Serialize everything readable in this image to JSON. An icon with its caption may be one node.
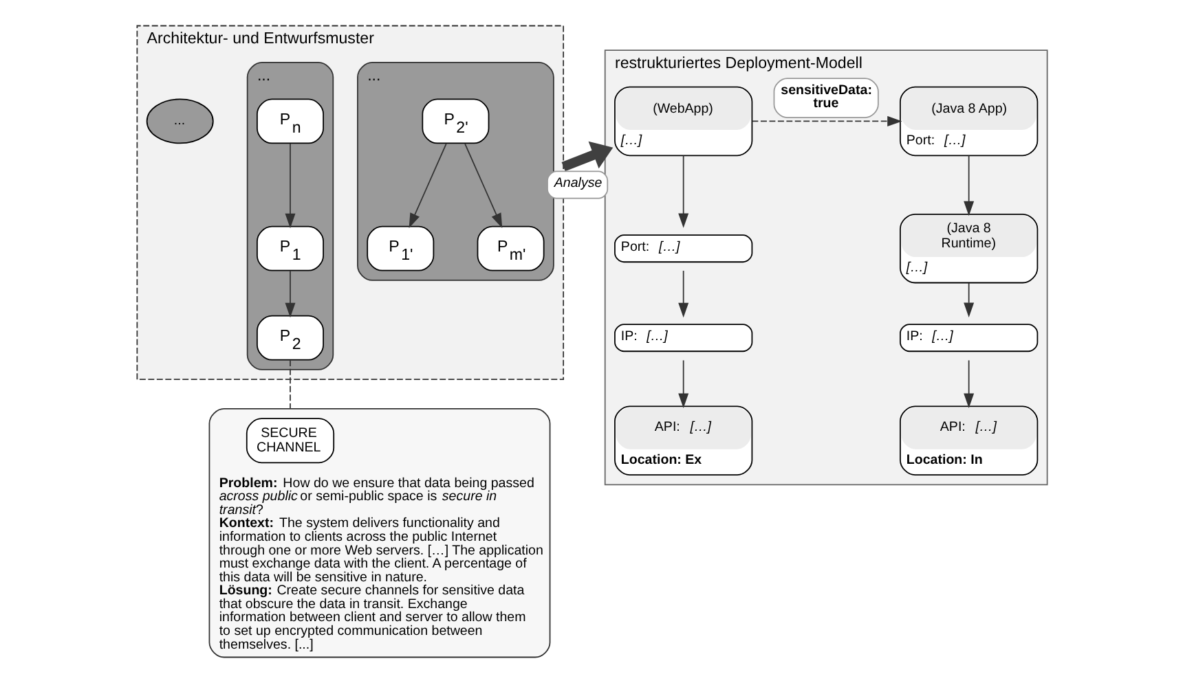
{
  "diagram": {
    "nodes": [
      {
        "text": [
          "Architektur- und Entwurfsmuster"
        ]
      },
      {
        "text": [
          "..."
        ],
        "in": 0
      },
      {
        "text": [
          "P$_{1'}$"
        ],
        "in": 1
      },
      {
        "text": [
          "P$_{2'}$"
        ],
        "in": 1
      },
      {
        "text": [
          "P$_{m'}$"
        ],
        "in": 1
      },
      {
        "text": [
          "..."
        ],
        "in": 0
      },
      {
        "text": [
          "..."
        ],
        "in": 0
      },
      {
        "text": [
          "P$_{1}$"
        ],
        "in": 6
      },
      {
        "text": [
          "P$_{2}$"
        ],
        "in": 6
      },
      {
        "text": [
          "P$_{n}$"
        ],
        "in": 6
      },
      {
        "text": [
          "**Problem:** How do we ensure that data being passed *across public* or semi-public space is *secure in transit*?",
          "**Kontext:** The system delivers functionality and information to clients across the public Internet through one or more Web servers. […] The application must exchange data with the client. A percentage of this data will be sensitive in nature.",
          "**Lösung:** Create secure channels for sensitive data that obscure the data in transit. Exchange information between client and server to allow them to set up encrypted communication between themselves. [...]"
        ]
      },
      {
        "text": [
          "SECURE CHANNEL"
        ],
        "in": 10
      },
      {
        "text": [
          "restrukturiertes Deployment-Modell"
        ]
      },
      {
        "text": [
          "(WebApp)",
          "*[…]*"
        ],
        "in": 12
      },
      {
        "text": [
          "Port: *[…]*"
        ],
        "in": 12
      },
      {
        "text": [
          "IP: *[…]*"
        ],
        "in": 12
      },
      {
        "text": [
          "API: *[…]*",
          "**Location: Ex**"
        ],
        "in": 12
      },
      {
        "text": [
          "(Java 8 App)",
          "Port: *[…]*"
        ],
        "in": 12
      },
      {
        "text": [
          "(Java 8 Runtime)",
          "*[…]*"
        ],
        "in": 12
      },
      {
        "text": [
          "IP: *[…]*"
        ],
        "in": 12
      },
      {
        "text": [
          "API: *[…]*",
          "**Location: In**"
        ],
        "in": 12
      }
    ],
    "edges": [
      {
        "from": 3,
        "to": 2,
        "arrow": "to"
      },
      {
        "from": 3,
        "to": 4,
        "arrow": "to"
      },
      {
        "from": 9,
        "to": 7,
        "arrow": "to"
      },
      {
        "from": 7,
        "to": 8,
        "arrow": "to"
      },
      {
        "from": 8,
        "to": 10,
        "arrow": "none",
        "style": "dashed"
      },
      {
        "from": 0,
        "to": 12,
        "arrow": "to",
        "label": "*Analyse*",
        "style": "thick",
        "color": "#404040"
      },
      {
        "from": 13,
        "to": 17,
        "arrow": "to",
        "label": "**sensitiveData: true**",
        "style": "dashed"
      },
      {
        "from": 13,
        "to": 14,
        "arrow": "to"
      },
      {
        "from": 14,
        "to": 15,
        "arrow": "to"
      },
      {
        "from": 15,
        "to": 16,
        "arrow": "to"
      },
      {
        "from": 17,
        "to": 18,
        "arrow": "to"
      },
      {
        "from": 18,
        "to": 19,
        "arrow": "to"
      },
      {
        "from": 19,
        "to": 20,
        "arrow": "to"
      }
    ]
  }
}
